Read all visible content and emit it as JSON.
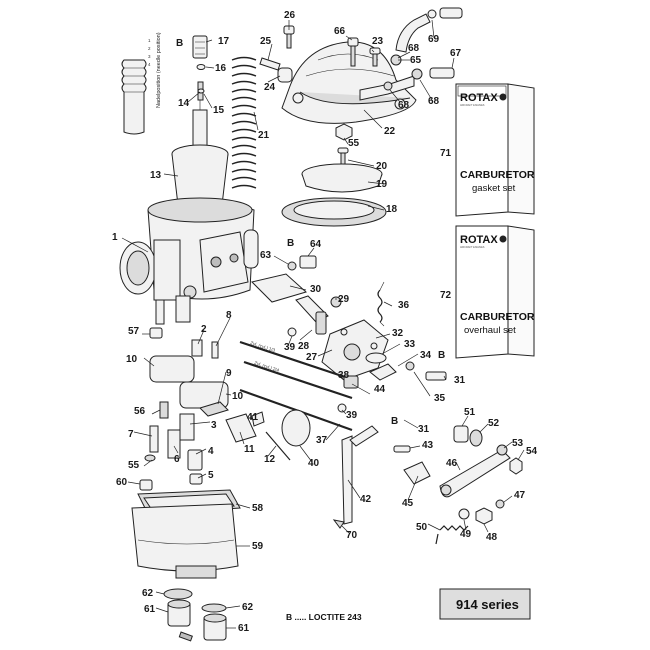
{
  "callouts": {
    "c1": "1",
    "c2": "2",
    "c3": "3",
    "c4": "4",
    "c5": "5",
    "c6": "6",
    "c7": "7",
    "c8": "8",
    "c9": "9",
    "c10a": "10",
    "c10b": "10",
    "c11": "11",
    "c12": "12",
    "c13": "13",
    "c14": "14",
    "c15": "15",
    "c16": "16",
    "c17": "17",
    "c18": "18",
    "c19": "19",
    "c20": "20",
    "c21": "21",
    "c22": "22",
    "c23": "23",
    "c24": "24",
    "c25": "25",
    "c26": "26",
    "c27": "27",
    "c28": "28",
    "c29": "29",
    "c30": "30",
    "c31a": "31",
    "c31b": "31",
    "c32": "32",
    "c33": "33",
    "c34": "34",
    "c35": "35",
    "c36": "36",
    "c37": "37",
    "c38": "38",
    "c39a": "39",
    "c39b": "39",
    "c40": "40",
    "c41": "41",
    "c42": "42",
    "c43": "43",
    "c44": "44",
    "c45": "45",
    "c46": "46",
    "c47": "47",
    "c48": "48",
    "c49": "49",
    "c50": "50",
    "c51": "51",
    "c52": "52",
    "c53": "53",
    "c54": "54",
    "c55a": "55",
    "c55b": "55",
    "c56": "56",
    "c57": "57",
    "c58": "58",
    "c59": "59",
    "c60": "60",
    "c61a": "61",
    "c61b": "61",
    "c62a": "62",
    "c62b": "62",
    "c63": "63",
    "c64": "64",
    "c65": "65",
    "c66": "66",
    "c67": "67",
    "c68a": "68",
    "c68b": "68",
    "c68c": "68",
    "c69": "69",
    "c70": "70",
    "c71": "71",
    "c72": "72"
  },
  "loctite_marks": {
    "b17": "B",
    "b64": "B",
    "b34": "B",
    "b31": "B"
  },
  "needle_positions": {
    "label": "Nadelposition (needle position)",
    "positions": [
      "1",
      "2",
      "3",
      "4"
    ]
  },
  "cards": [
    {
      "brand": "ROTAX",
      "tagline": "AIRCRAFT ENGINES",
      "title": "CARBURETOR",
      "subtitle": "gasket set"
    },
    {
      "brand": "ROTAX",
      "tagline": "AIRCRAFT ENGINES",
      "title": "CARBURETOR",
      "subtitle": "overhaul set"
    }
  ],
  "footnote": "B ..... LOCTITE 243",
  "series": "914 series",
  "shaft_markings": {
    "upper": "Zyl. (cyl.) 1/3",
    "lower": "Zyl. (cyl.) 2/4"
  }
}
